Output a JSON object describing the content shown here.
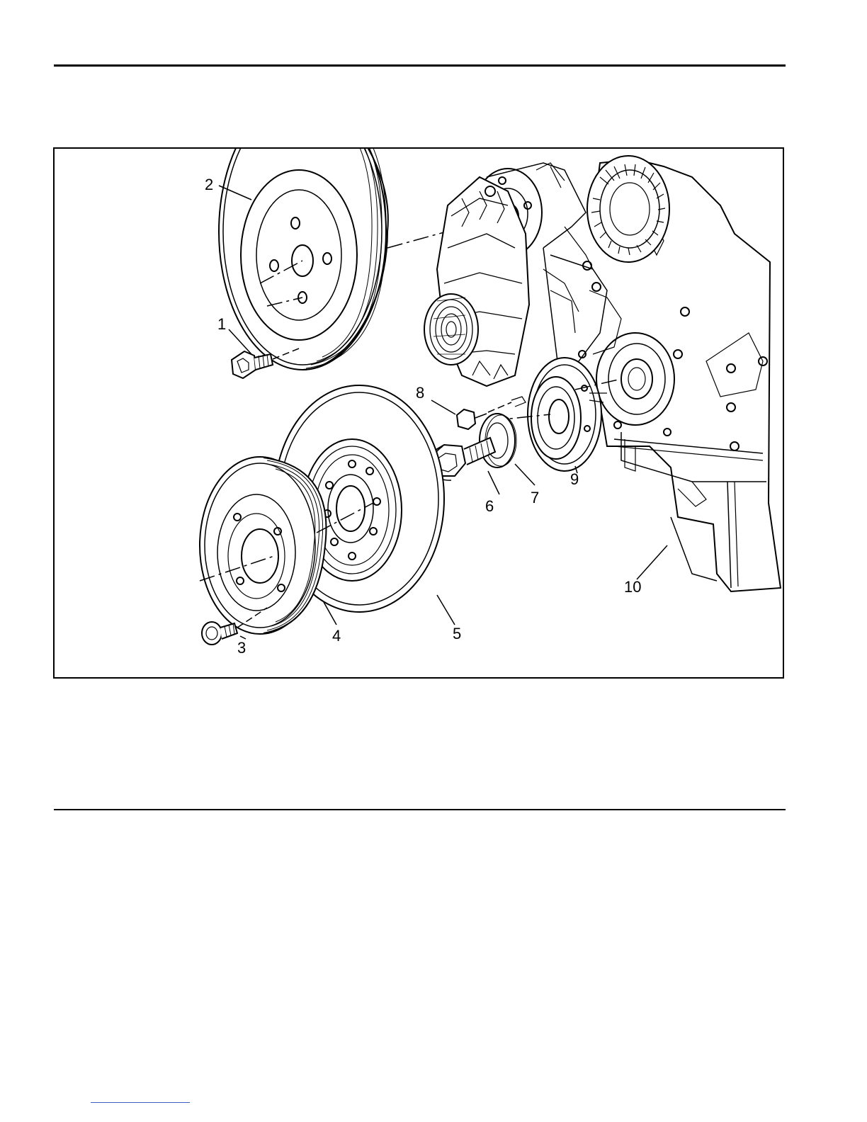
{
  "figure": {
    "callouts": [
      {
        "id": "1",
        "text": "1"
      },
      {
        "id": "2",
        "text": "2"
      },
      {
        "id": "3",
        "text": "3"
      },
      {
        "id": "4",
        "text": "4"
      },
      {
        "id": "5",
        "text": "5"
      },
      {
        "id": "6",
        "text": "6"
      },
      {
        "id": "7",
        "text": "7"
      },
      {
        "id": "8",
        "text": "8"
      },
      {
        "id": "9",
        "text": "9"
      },
      {
        "id": "10",
        "text": "10"
      }
    ]
  }
}
